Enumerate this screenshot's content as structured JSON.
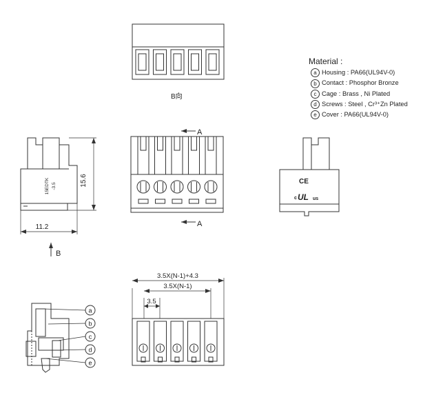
{
  "view_b_label": "B向",
  "section_labels": {
    "a": "A",
    "b": "B"
  },
  "dims": {
    "height": "15.6",
    "width": "11.2",
    "overall": "3.5X(N-1)+4.3",
    "span": "3.5X(N-1)",
    "pitch": "3.5"
  },
  "side_marking": {
    "code": "15EDTK",
    "sub": "-3.5"
  },
  "cert_marks": {
    "ce": "CE",
    "ul": "c",
    "ul_us": "us"
  },
  "callouts": [
    "a",
    "b",
    "c",
    "d",
    "e"
  ],
  "material": {
    "title": "Material :",
    "items": [
      {
        "key": "a",
        "text": "Housing : PA66(UL94V-0)"
      },
      {
        "key": "b",
        "text": "Contact : Phosphor Bronze"
      },
      {
        "key": "c",
        "text": "Cage : Brass , Ni Plated"
      },
      {
        "key": "d",
        "text": "Screws : Steel , Cr³⁺Zn Plated"
      },
      {
        "key": "e",
        "text": "Cover : PA66(UL94V-0)"
      }
    ]
  }
}
